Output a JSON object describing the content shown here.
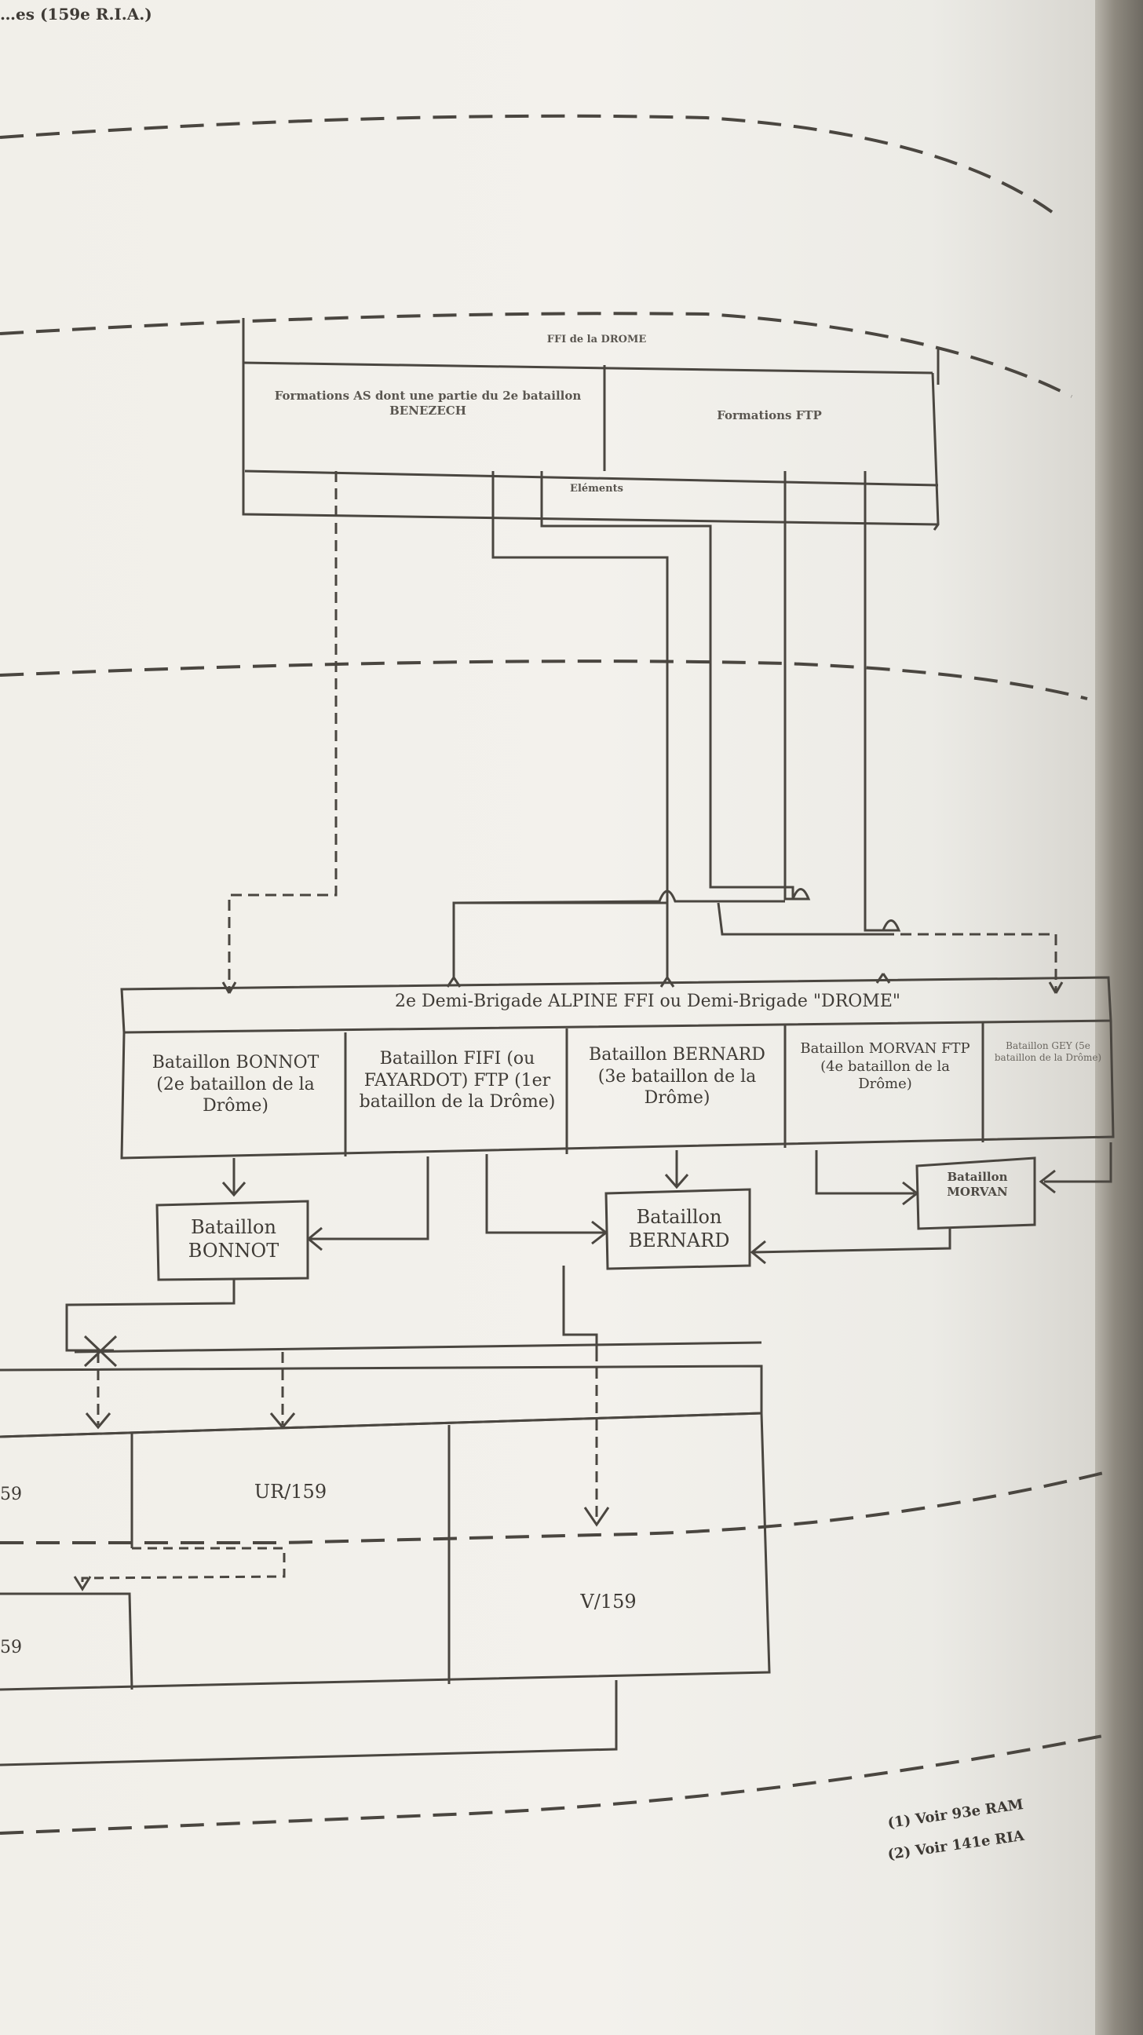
{
  "header": {
    "running_head": "…es (159e R.I.A.)"
  },
  "top": {
    "ffi_title": "FFI de la DROME",
    "as_formations": "Formations AS dont une partie du 2e bataillon BENEZECH",
    "ftp_formations": "Formations FTP",
    "elements": "Eléments"
  },
  "demi_brigade": {
    "title": "2e Demi-Brigade ALPINE FFI ou Demi-Brigade \"DROME\"",
    "battalions": [
      "Bataillon BONNOT (2e bataillon de la Drôme)",
      "Bataillon FIFI (ou FAYARDOT) FTP (1er bataillon de la Drôme)",
      "Bataillon BERNARD (3e bataillon de la Drôme)",
      "Bataillon MORVAN FTP (4e bataillon de la Drôme)",
      "Bataillon GEY (5e bataillon de la Drôme)"
    ]
  },
  "regrouped": {
    "bonnot": "Bataillon BONNOT",
    "bernard": "Bataillon BERNARD",
    "morvan": "Bataillon MORVAN"
  },
  "units": {
    "left_top": "59",
    "ur159": "UR/159",
    "left_bottom": "59",
    "v159": "V/159"
  },
  "footnotes": [
    "(1) Voir 93e RAM",
    "(2) Voir 141e RIA"
  ],
  "colors": {
    "paper": "#f1efe9",
    "ink": "#4a4640",
    "edge": "#7a756c"
  }
}
